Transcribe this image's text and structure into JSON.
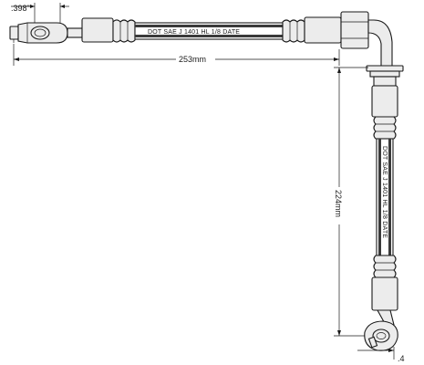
{
  "drawing": {
    "hose_marking_horizontal": "DOT SAE J 1401 HL 1/8 DATE",
    "hose_marking_vertical": "DOT SAE J 1401 HL 1/8 DATE",
    "dimensions": {
      "fitting_width": ".398\"",
      "horizontal_length": "253mm",
      "vertical_length": "224mm",
      "end_tick_label": ".4"
    }
  }
}
